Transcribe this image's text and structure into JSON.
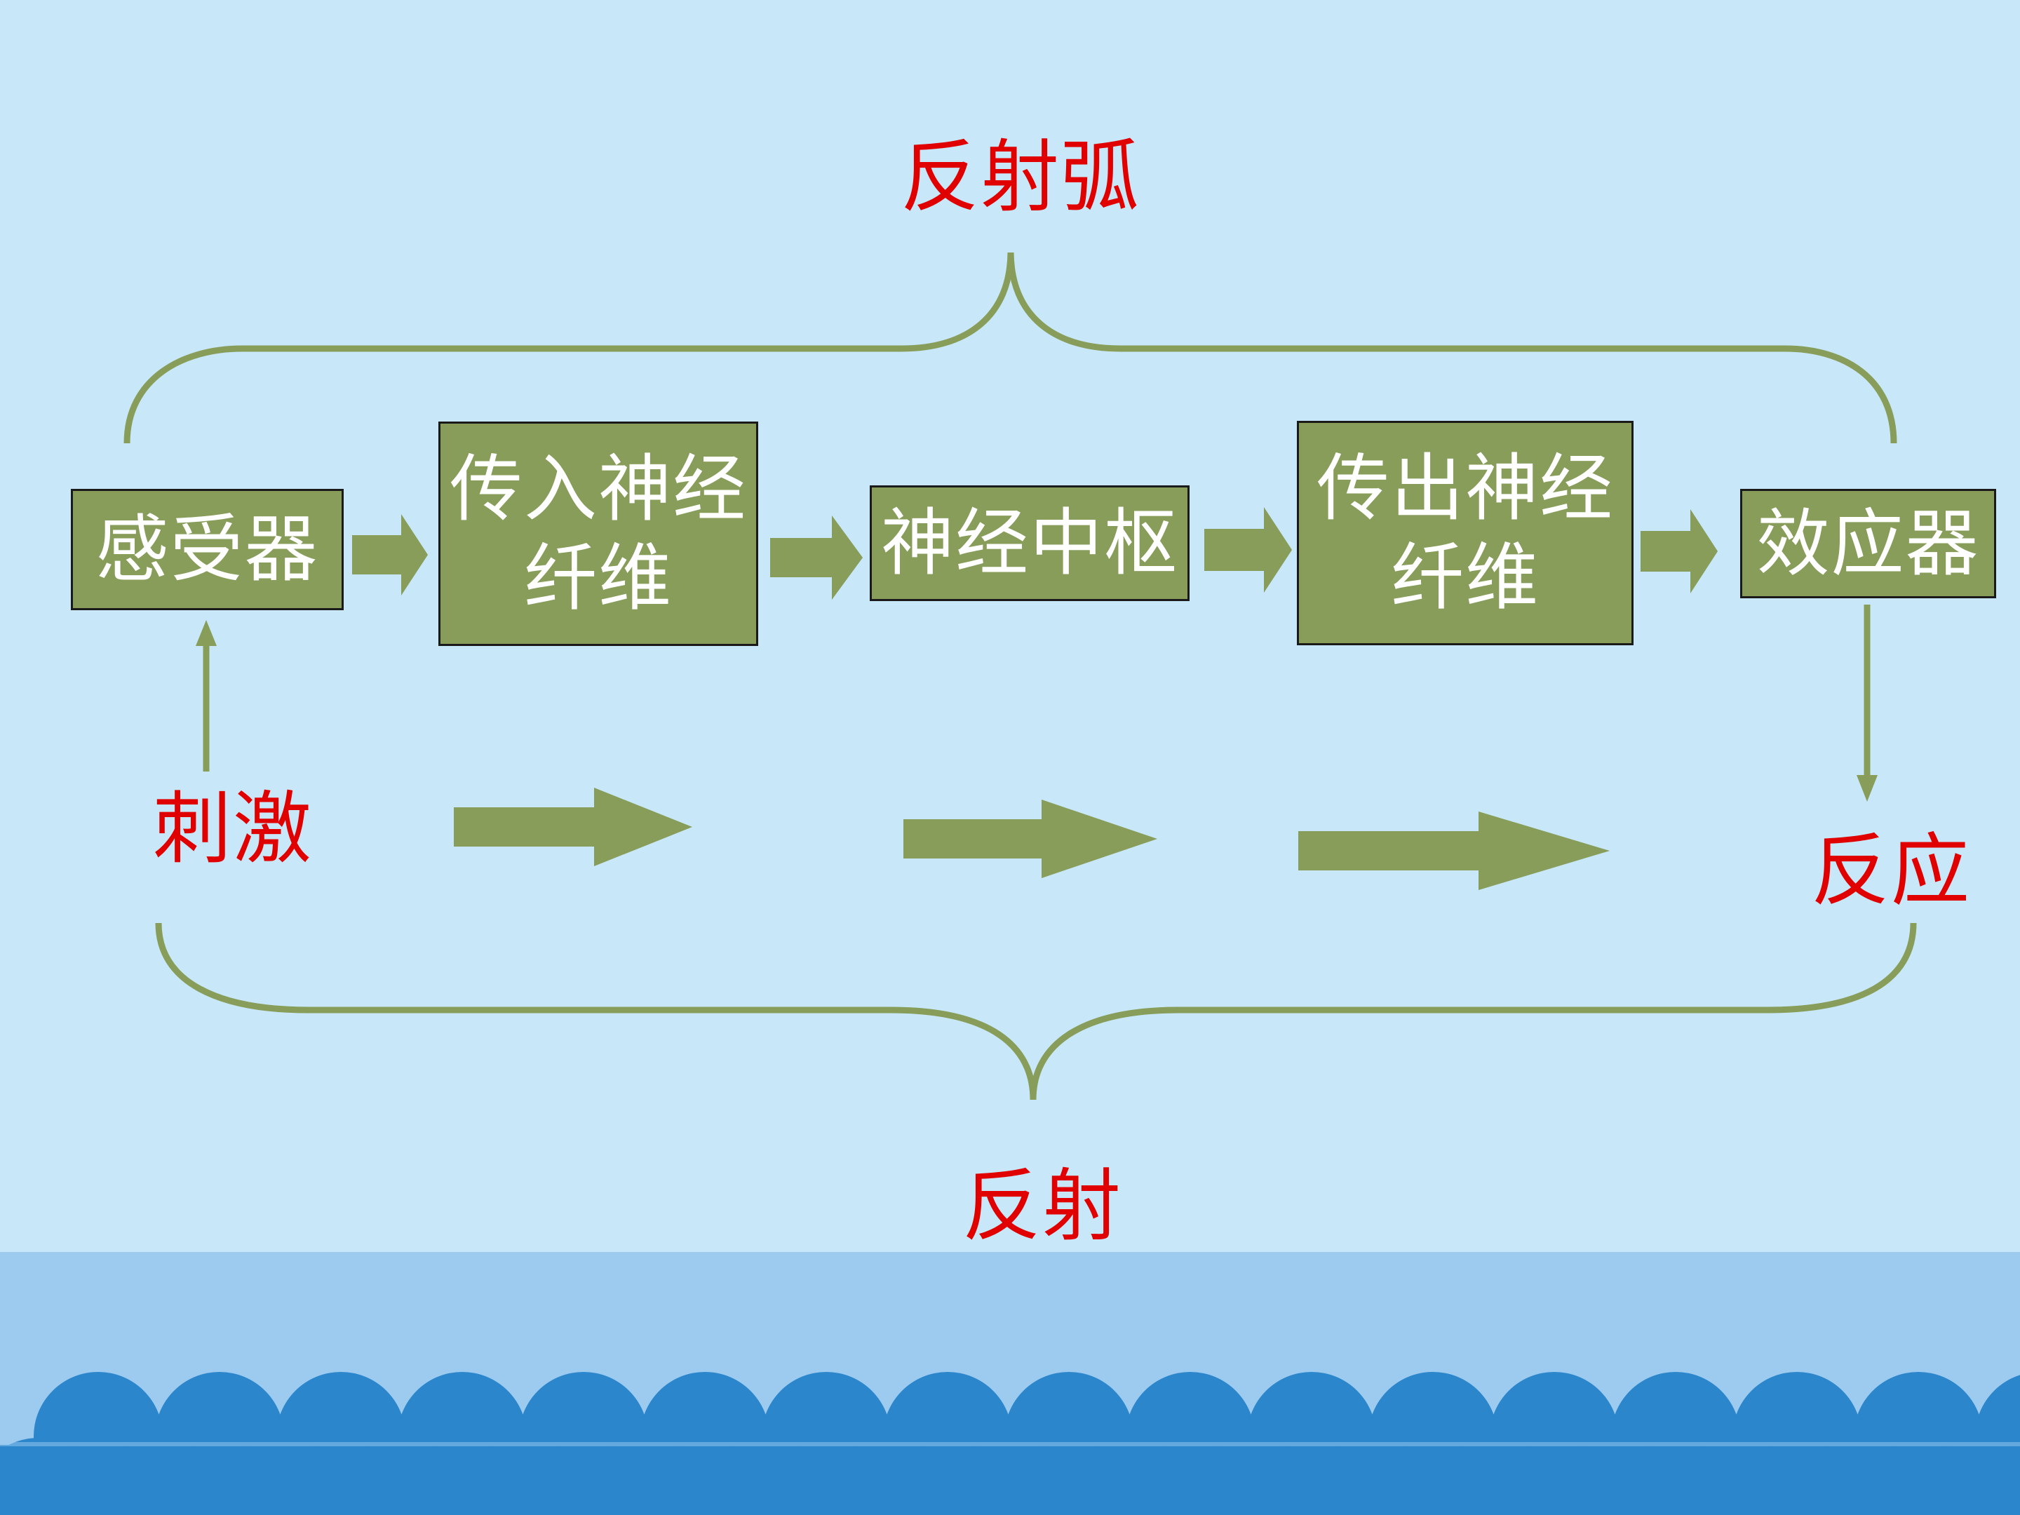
{
  "title_top": "反射弧",
  "title_bottom": "反射",
  "stimulus": "刺激",
  "response": "反应",
  "steps": [
    {
      "label": "感受器"
    },
    {
      "label": "传入神经\n纤维"
    },
    {
      "label": "神经中枢"
    },
    {
      "label": "传出神经\n纤维"
    },
    {
      "label": "效应器"
    }
  ],
  "colors": {
    "background": "#c8e7f8",
    "box": "#879d59",
    "arrow": "#879d59",
    "label_red": "#e00000",
    "wave_dark": "#2b86cc",
    "wave_light": "#9ccbef"
  }
}
